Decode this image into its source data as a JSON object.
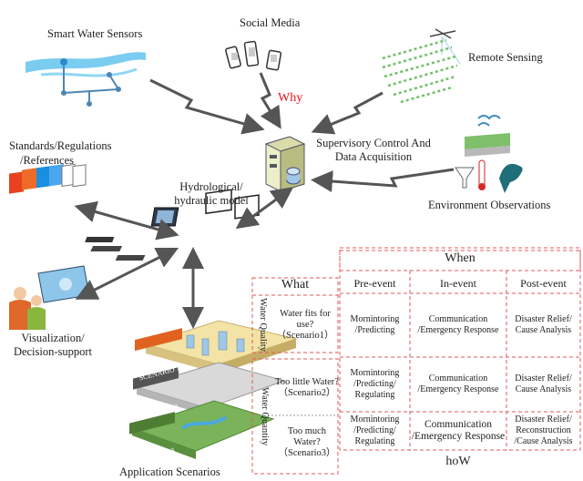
{
  "nodes": {
    "smart_water_sensors": "Smart Water Sensors",
    "social_media": "Social Media",
    "remote_sensing": "Remote Sensing",
    "why": "Why",
    "standards_line1": "Standards/Regulations",
    "standards_line2": "/References",
    "scada_line1": "Supervisory Control And",
    "scada_line2": "Data Acquisition",
    "hydro_line1": "Hydrological/",
    "hydro_line2": "hydraulic model",
    "environment_observations": "Environment Observations",
    "visualization_line1": "Visualization/",
    "visualization_line2": "Decision-support",
    "application_scenarios": "Application Scenarios"
  },
  "layers": [
    "SCENARIO 1",
    "SCENARIO 2",
    "SCENARIO 3"
  ],
  "table": {
    "when": "When",
    "what": "What",
    "how": "hoW",
    "columns": [
      "Pre-event",
      "In-event",
      "Post-event"
    ],
    "categories": [
      "Water Quality",
      "Water Quantity"
    ],
    "rows": [
      {
        "question": "Water fits for use?（Scenario1）",
        "pre": "Mornintoring /Predicting",
        "in": "Communication /Emergency Response",
        "post": "Disaster Relief/ Cause Analysis"
      },
      {
        "question": "Too little Water?（Scenario2）",
        "pre": "Mornintoring /Predicting/ Regulating",
        "in": "Communication /Emergency Response",
        "post": "Disaster Relief/ Cause Analysis"
      },
      {
        "question": "Too much Water?（Scenario3）",
        "pre": "Mornintoring /Predicting/ Regulating",
        "in": "Communication /Emergency Response",
        "post": "Disaster Relief/ Reconstruction /Cause Analysis"
      }
    ]
  }
}
